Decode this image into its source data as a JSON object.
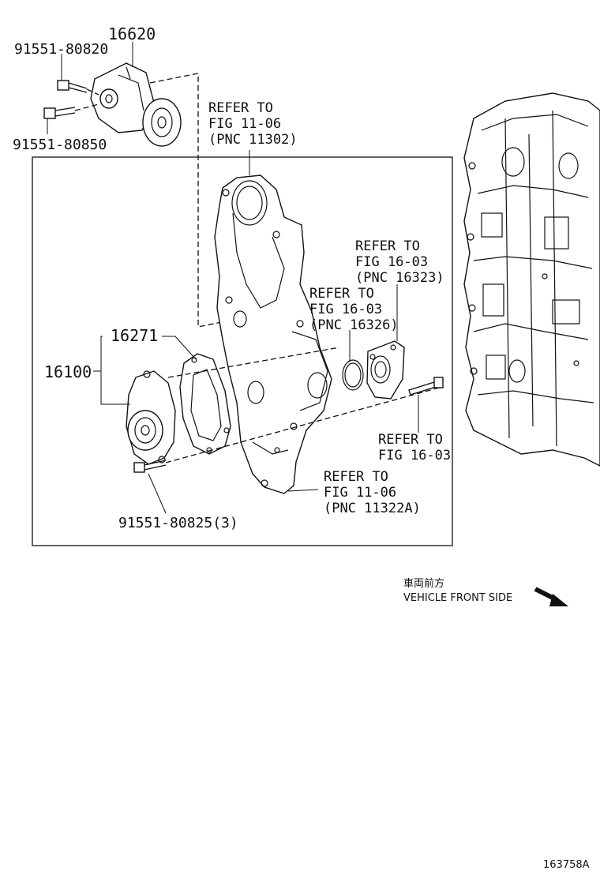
{
  "labels": {
    "p16620": "16620",
    "p91551_80820": "91551-80820",
    "p91551_80850": "91551-80850",
    "p16271": "16271",
    "p16100": "16100",
    "p91551_80825": "91551-80825(3)",
    "ref_1106_a": [
      "REFER TO",
      "FIG 11-06",
      "(PNC 11302)"
    ],
    "ref_1603_a": [
      "REFER TO",
      "FIG 16-03",
      "(PNC 16323)"
    ],
    "ref_1603_b": [
      "REFER TO",
      "FIG 16-03",
      "(PNC 16326)"
    ],
    "ref_1603_c": [
      "REFER TO",
      "FIG 16-03"
    ],
    "ref_1106_b": [
      "REFER TO",
      "FIG 11-06",
      "(PNC 11322A)"
    ],
    "front_jp": "車両前方",
    "front_en": "VEHICLE FRONT SIDE",
    "figure_id": "163758A"
  }
}
